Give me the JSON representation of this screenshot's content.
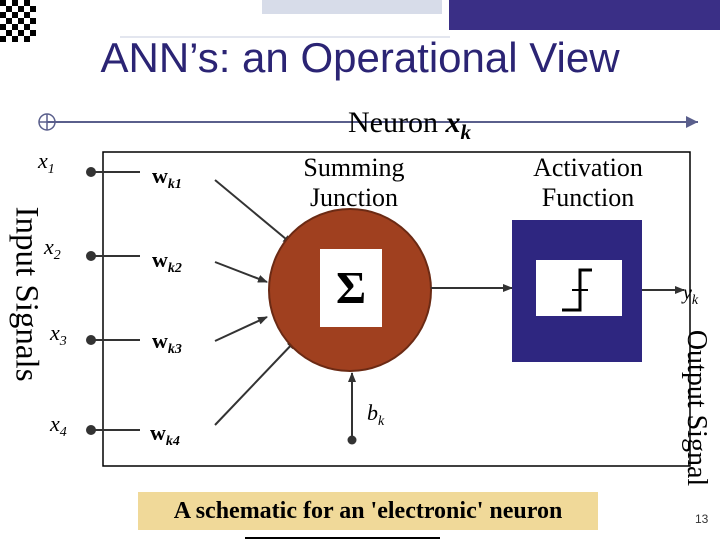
{
  "title": "ANN’s: an Operational View",
  "neuron": {
    "label": "Neuron",
    "var": "x",
    "sub": "k"
  },
  "inputs": [
    {
      "var": "x",
      "sub": "1"
    },
    {
      "var": "x",
      "sub": "2"
    },
    {
      "var": "x",
      "sub": "3"
    },
    {
      "var": "x",
      "sub": "4"
    }
  ],
  "weights": [
    {
      "var": "w",
      "sub": "k1"
    },
    {
      "var": "w",
      "sub": "k2"
    },
    {
      "var": "w",
      "sub": "k3"
    },
    {
      "var": "w",
      "sub": "k4"
    }
  ],
  "summing": {
    "line1": "Summing",
    "line2": "Junction",
    "symbol": "Σ"
  },
  "activation": {
    "line1": "Activation",
    "line2": "Function"
  },
  "bias": {
    "var": "b",
    "sub": "k"
  },
  "output": {
    "var": "y",
    "sub": "k"
  },
  "input_signals_label": "Input Signals",
  "output_signal_label": "Output Signal",
  "caption": "A schematic for an 'electronic' neuron",
  "page_number": "13",
  "colors": {
    "title": "#2b2474",
    "summing_node": "#a0401f",
    "activation_box": "#2e2680",
    "caption_bg": "#f0d999",
    "accent_bar": "#3a2f86"
  }
}
